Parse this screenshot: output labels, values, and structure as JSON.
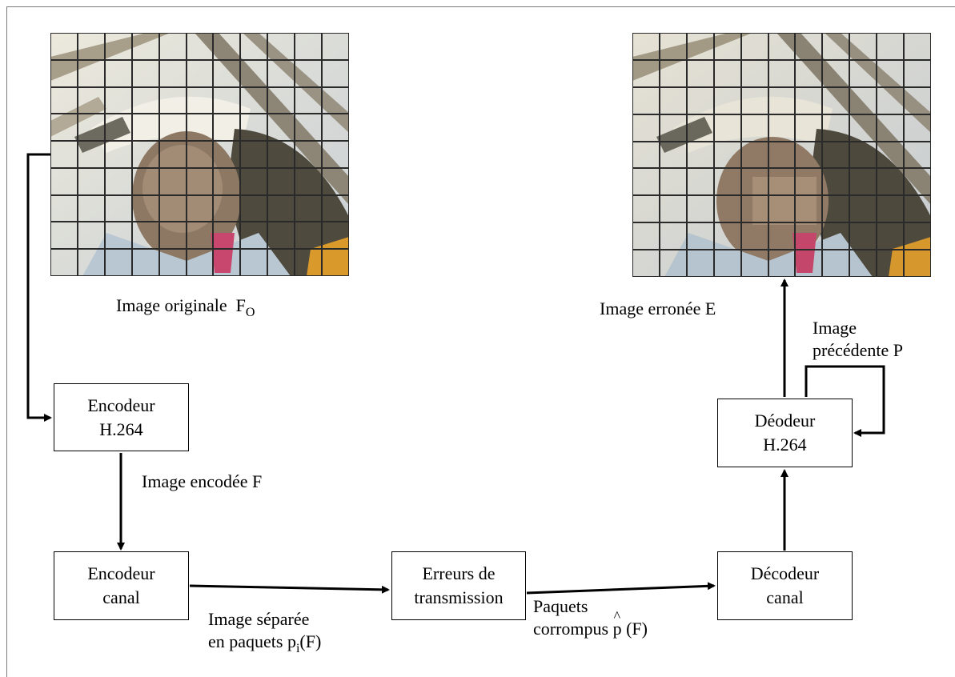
{
  "images": {
    "original_caption": "Image originale",
    "original_symbol": "F",
    "original_subscript": "O",
    "error_caption": "Image erronée E"
  },
  "boxes": {
    "encoder_h264": [
      "Encodeur",
      "H.264"
    ],
    "channel_encoder": [
      "Encodeur",
      "canal"
    ],
    "transmission_errors": [
      "Erreurs de",
      "transmission"
    ],
    "channel_decoder": [
      "Décodeur",
      "canal"
    ],
    "decoder_h264": [
      "Déodeur",
      "H.264"
    ]
  },
  "labels": {
    "encoded_image": "Image encodée  F",
    "separated_line1": "Image séparée",
    "separated_line2_prefix": "en paquets  p",
    "separated_sub": "i",
    "separated_suffix": "(F)",
    "corrupted_line1": "Paquets",
    "corrupted_prefix": "corrompus ",
    "corrupted_hat_letter": "p",
    "corrupted_suffix": " (F)",
    "previous_line1": "Image",
    "previous_line2": "précédente P"
  },
  "colors": {
    "arrow": "#000000",
    "grid": "#2a2a2a",
    "frame": "#7a7a7a"
  }
}
